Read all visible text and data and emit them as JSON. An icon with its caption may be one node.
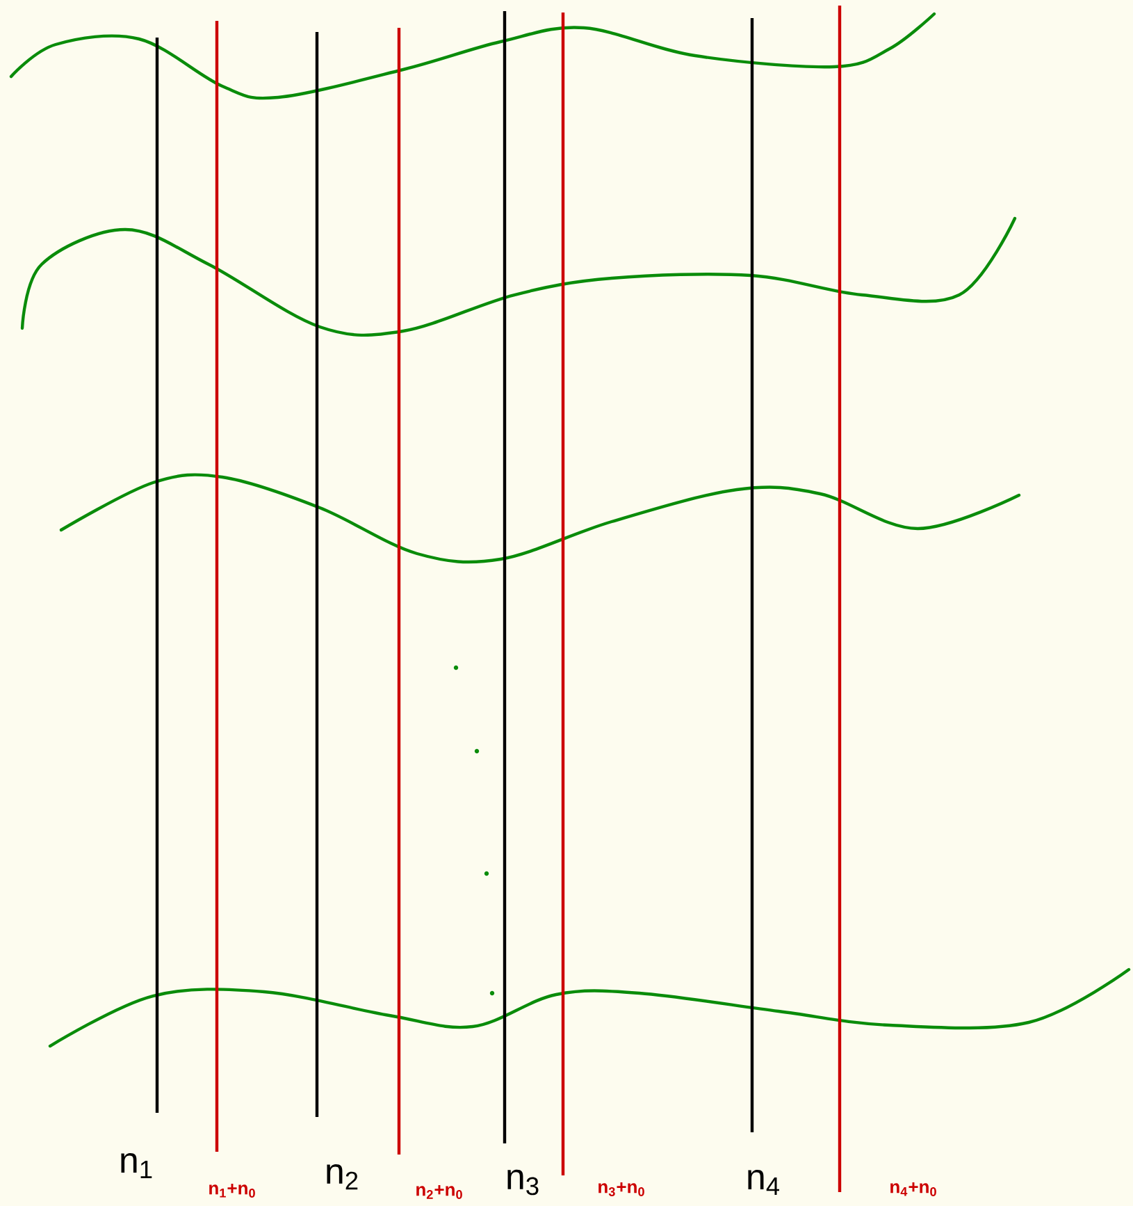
{
  "diagram": {
    "labels": [
      "n$_{1}$",
      "n$_{1}$+n$_{0}$",
      "n$_{2}$",
      "n$_{2}$+n$_{0}$",
      "n$_{3}$",
      "n$_{3}$+n$_{0}$",
      "n$_{4}$",
      "n$_{4}$+n$_{0}$"
    ]
  }
}
